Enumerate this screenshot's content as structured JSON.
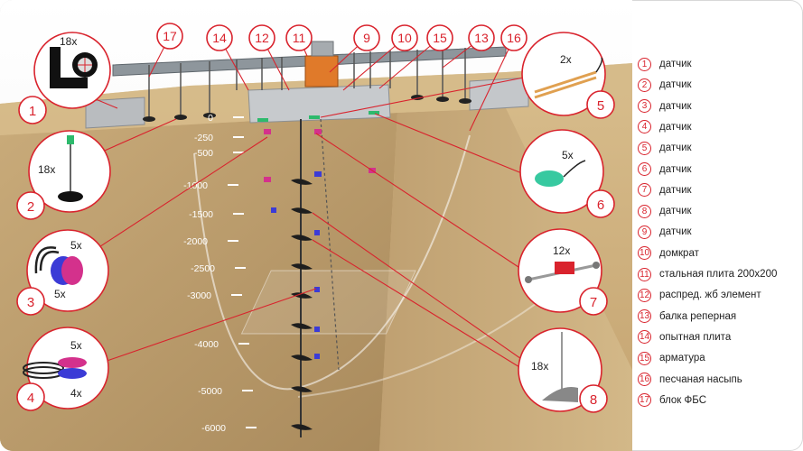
{
  "callouts": [
    {
      "num": "1",
      "mult": "18x"
    },
    {
      "num": "2",
      "mult": "18x"
    },
    {
      "num": "3",
      "mult": "5x",
      "mult2": "5x"
    },
    {
      "num": "4",
      "mult": "5x",
      "mult2": "4x"
    },
    {
      "num": "5",
      "mult": "2x"
    },
    {
      "num": "6",
      "mult": "5x"
    },
    {
      "num": "7",
      "mult": "12x"
    },
    {
      "num": "8",
      "mult": "18x"
    }
  ],
  "top_labels": [
    "17",
    "14",
    "12",
    "11",
    "9",
    "10",
    "15",
    "13",
    "16"
  ],
  "depth_marks": [
    "0",
    "-250",
    "-500",
    "-1000",
    "-1500",
    "-2000",
    "-2500",
    "-3000",
    "-4000",
    "-5000",
    "-6000"
  ],
  "legend": [
    {
      "num": "1",
      "text": "датчик"
    },
    {
      "num": "2",
      "text": "датчик"
    },
    {
      "num": "3",
      "text": "датчик"
    },
    {
      "num": "4",
      "text": "датчик"
    },
    {
      "num": "5",
      "text": "датчик"
    },
    {
      "num": "6",
      "text": "датчик"
    },
    {
      "num": "7",
      "text": "датчик"
    },
    {
      "num": "8",
      "text": "датчик"
    },
    {
      "num": "9",
      "text": "датчик"
    },
    {
      "num": "10",
      "text": "домкрат"
    },
    {
      "num": "11",
      "text": "стальная плита 200х200"
    },
    {
      "num": "12",
      "text": "распред. жб элемент"
    },
    {
      "num": "13",
      "text": "балка реперная"
    },
    {
      "num": "14",
      "text": "опытная плита"
    },
    {
      "num": "15",
      "text": "арматура"
    },
    {
      "num": "16",
      "text": "песчаная насыпь"
    },
    {
      "num": "17",
      "text": "блок ФБС"
    }
  ],
  "colors": {
    "accent": "#d9232d",
    "soil": "#c9a877",
    "pit": "#b89a6c"
  }
}
